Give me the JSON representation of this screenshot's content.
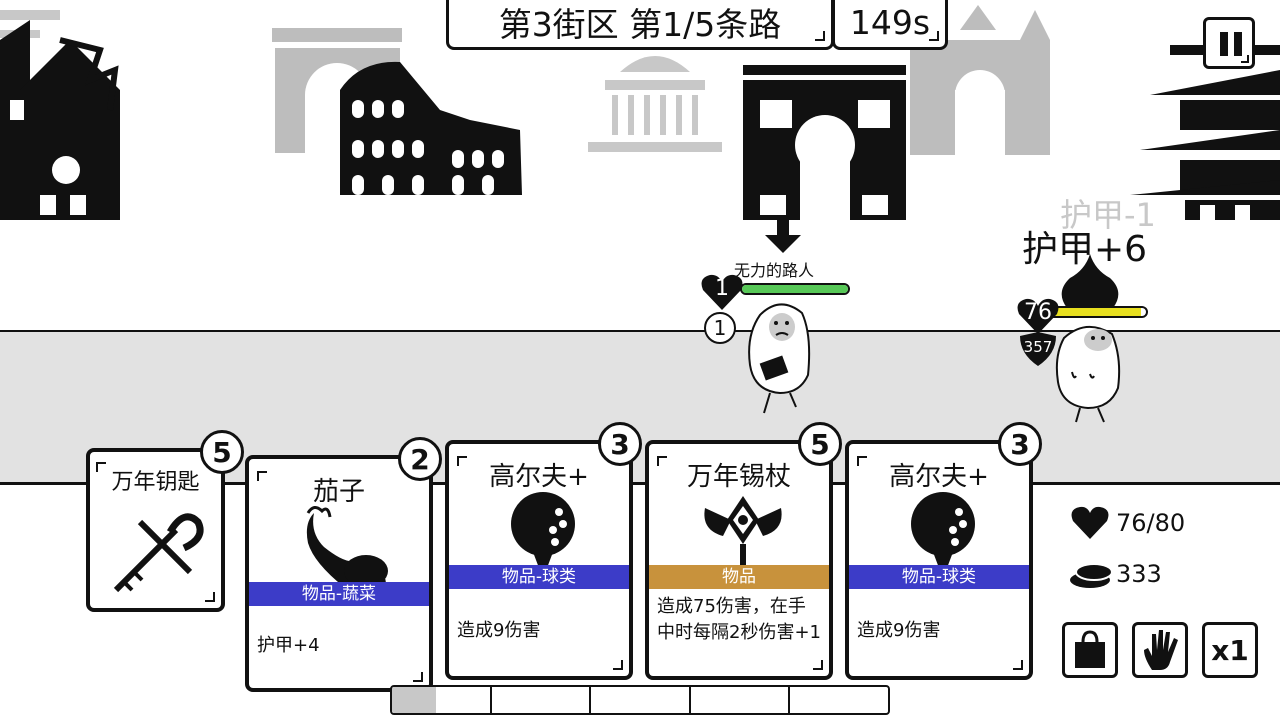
{
  "header": {
    "stage_label": "第3街区 第1/5条路",
    "timer": "149s"
  },
  "colors": {
    "tag_blue": "#3c3cc8",
    "tag_gold": "#c8923c",
    "hp_green": "#57c857",
    "hp_yellow": "#e8e020"
  },
  "enemy": {
    "name": "无力的路人",
    "hp": "1",
    "armor": "1",
    "hp_fraction": 1.0
  },
  "player": {
    "hp_badge": "76",
    "shield_badge": "357",
    "float_armor_gain": "护甲+6",
    "float_armor_loss": "护甲-1",
    "hp_fraction": 0.95
  },
  "cards": [
    {
      "title": "万年钥匙",
      "cost": "5",
      "icon": "key-icon"
    },
    {
      "title": "茄子",
      "cost": "2",
      "icon": "eggplant-icon",
      "tag": "物品-蔬菜",
      "desc": "护甲+4"
    },
    {
      "title": "高尔夫+",
      "cost": "3",
      "icon": "golf-ball-icon",
      "tag": "物品-球类",
      "desc": "造成9伤害"
    },
    {
      "title": "万年锡杖",
      "cost": "5",
      "icon": "staff-icon",
      "tag": "物品",
      "desc": "造成75伤害，在手中时每隔2秒伤害+1"
    },
    {
      "title": "高尔夫+",
      "cost": "3",
      "icon": "golf-ball-icon",
      "tag": "物品-球类",
      "desc": "造成9伤害"
    }
  ],
  "stats": {
    "hp": "76/80",
    "coins": "333"
  },
  "controls": {
    "speed": "x1"
  }
}
